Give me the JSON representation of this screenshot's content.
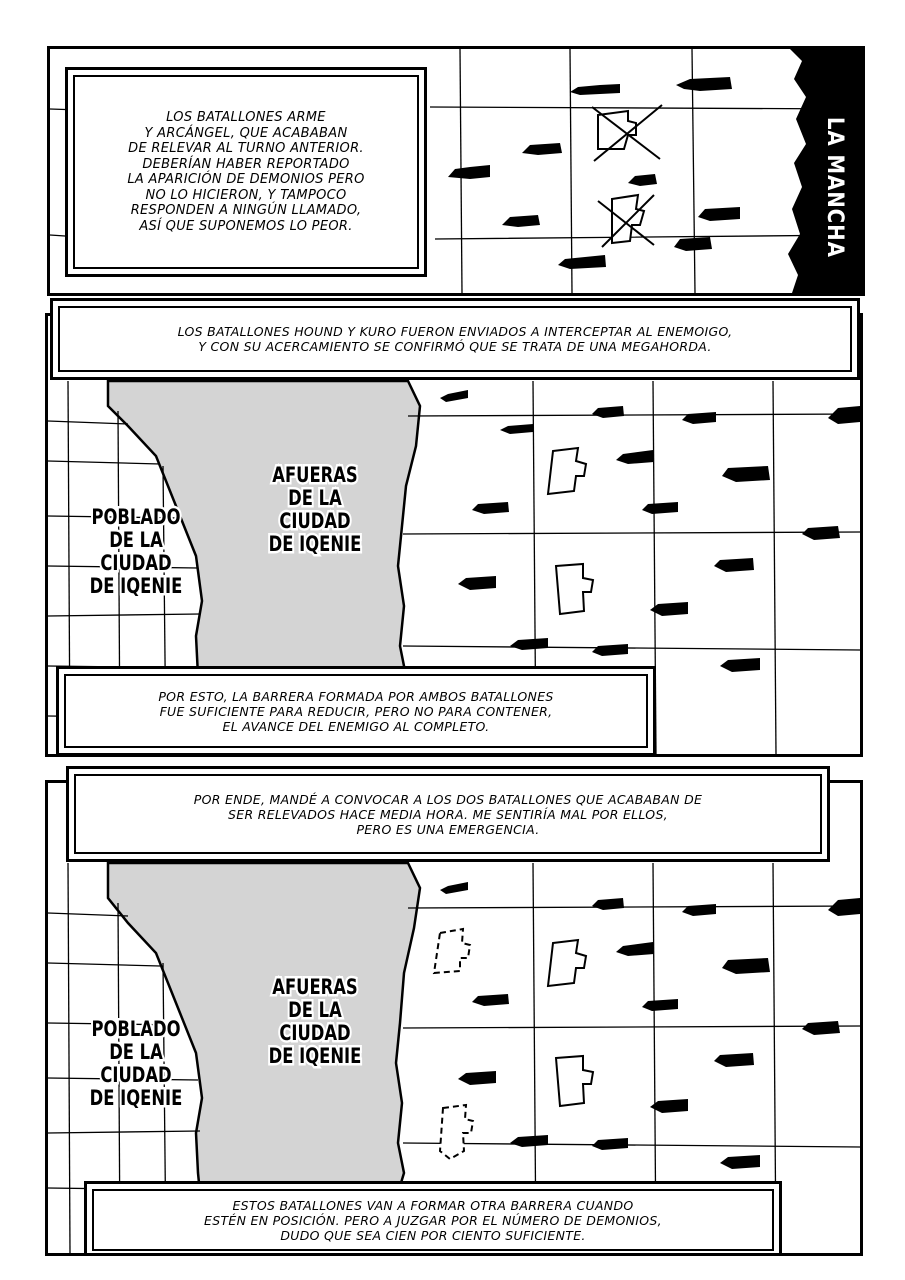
{
  "panels": [
    {
      "caption": "Los Batallones Arme\ny Arcángel, que acababan\nde relevar al turno anterior.\nDeberían haber reportado\nla aparición de Demonios pero\nno lo hicieron, y tampoco\nresponden a ningún llamado,\nasí que suponemos lo peor.",
      "region_label": "LA MANCHA"
    },
    {
      "top_caption": "Los Batallones Hound y Kuro fueron enviados a interceptar al enemoigo,\ny con su acercamiento se confirmó que se trata de una Megahorda.",
      "town_label": "POBLADO\nDE LA\nCIUDAD\nDE IQENIE",
      "outskirts_label": "AFUERAS\nDE LA\nCIUDAD\nDE IQENIE",
      "bottom_caption": "Por esto, la barrera formada por ambos batallones\nfue suficiente para reducir, pero no para contener,\nel avance del enemigo al completo."
    },
    {
      "top_caption": "Por ende, mandé a convocar a los dos batallones que acababan de\nser relevados hace media hora. Me sentiría mal por ellos,\npero es una emergencia.",
      "town_label": "POBLADO\nDE LA\nCIUDAD\nDE IQENIE",
      "outskirts_label": "AFUERAS\nDE LA\nCIUDAD\nDE IQENIE",
      "bottom_caption": "Estos batallones van a formar otra barrera cuando\nestén en posición. Pero a juzgar por el número de demonios,\ndudo que sea cien por ciento suficiente."
    }
  ],
  "colors": {
    "ink": "#000000",
    "paper": "#ffffff",
    "zone_gray": "#d4d4d4"
  }
}
